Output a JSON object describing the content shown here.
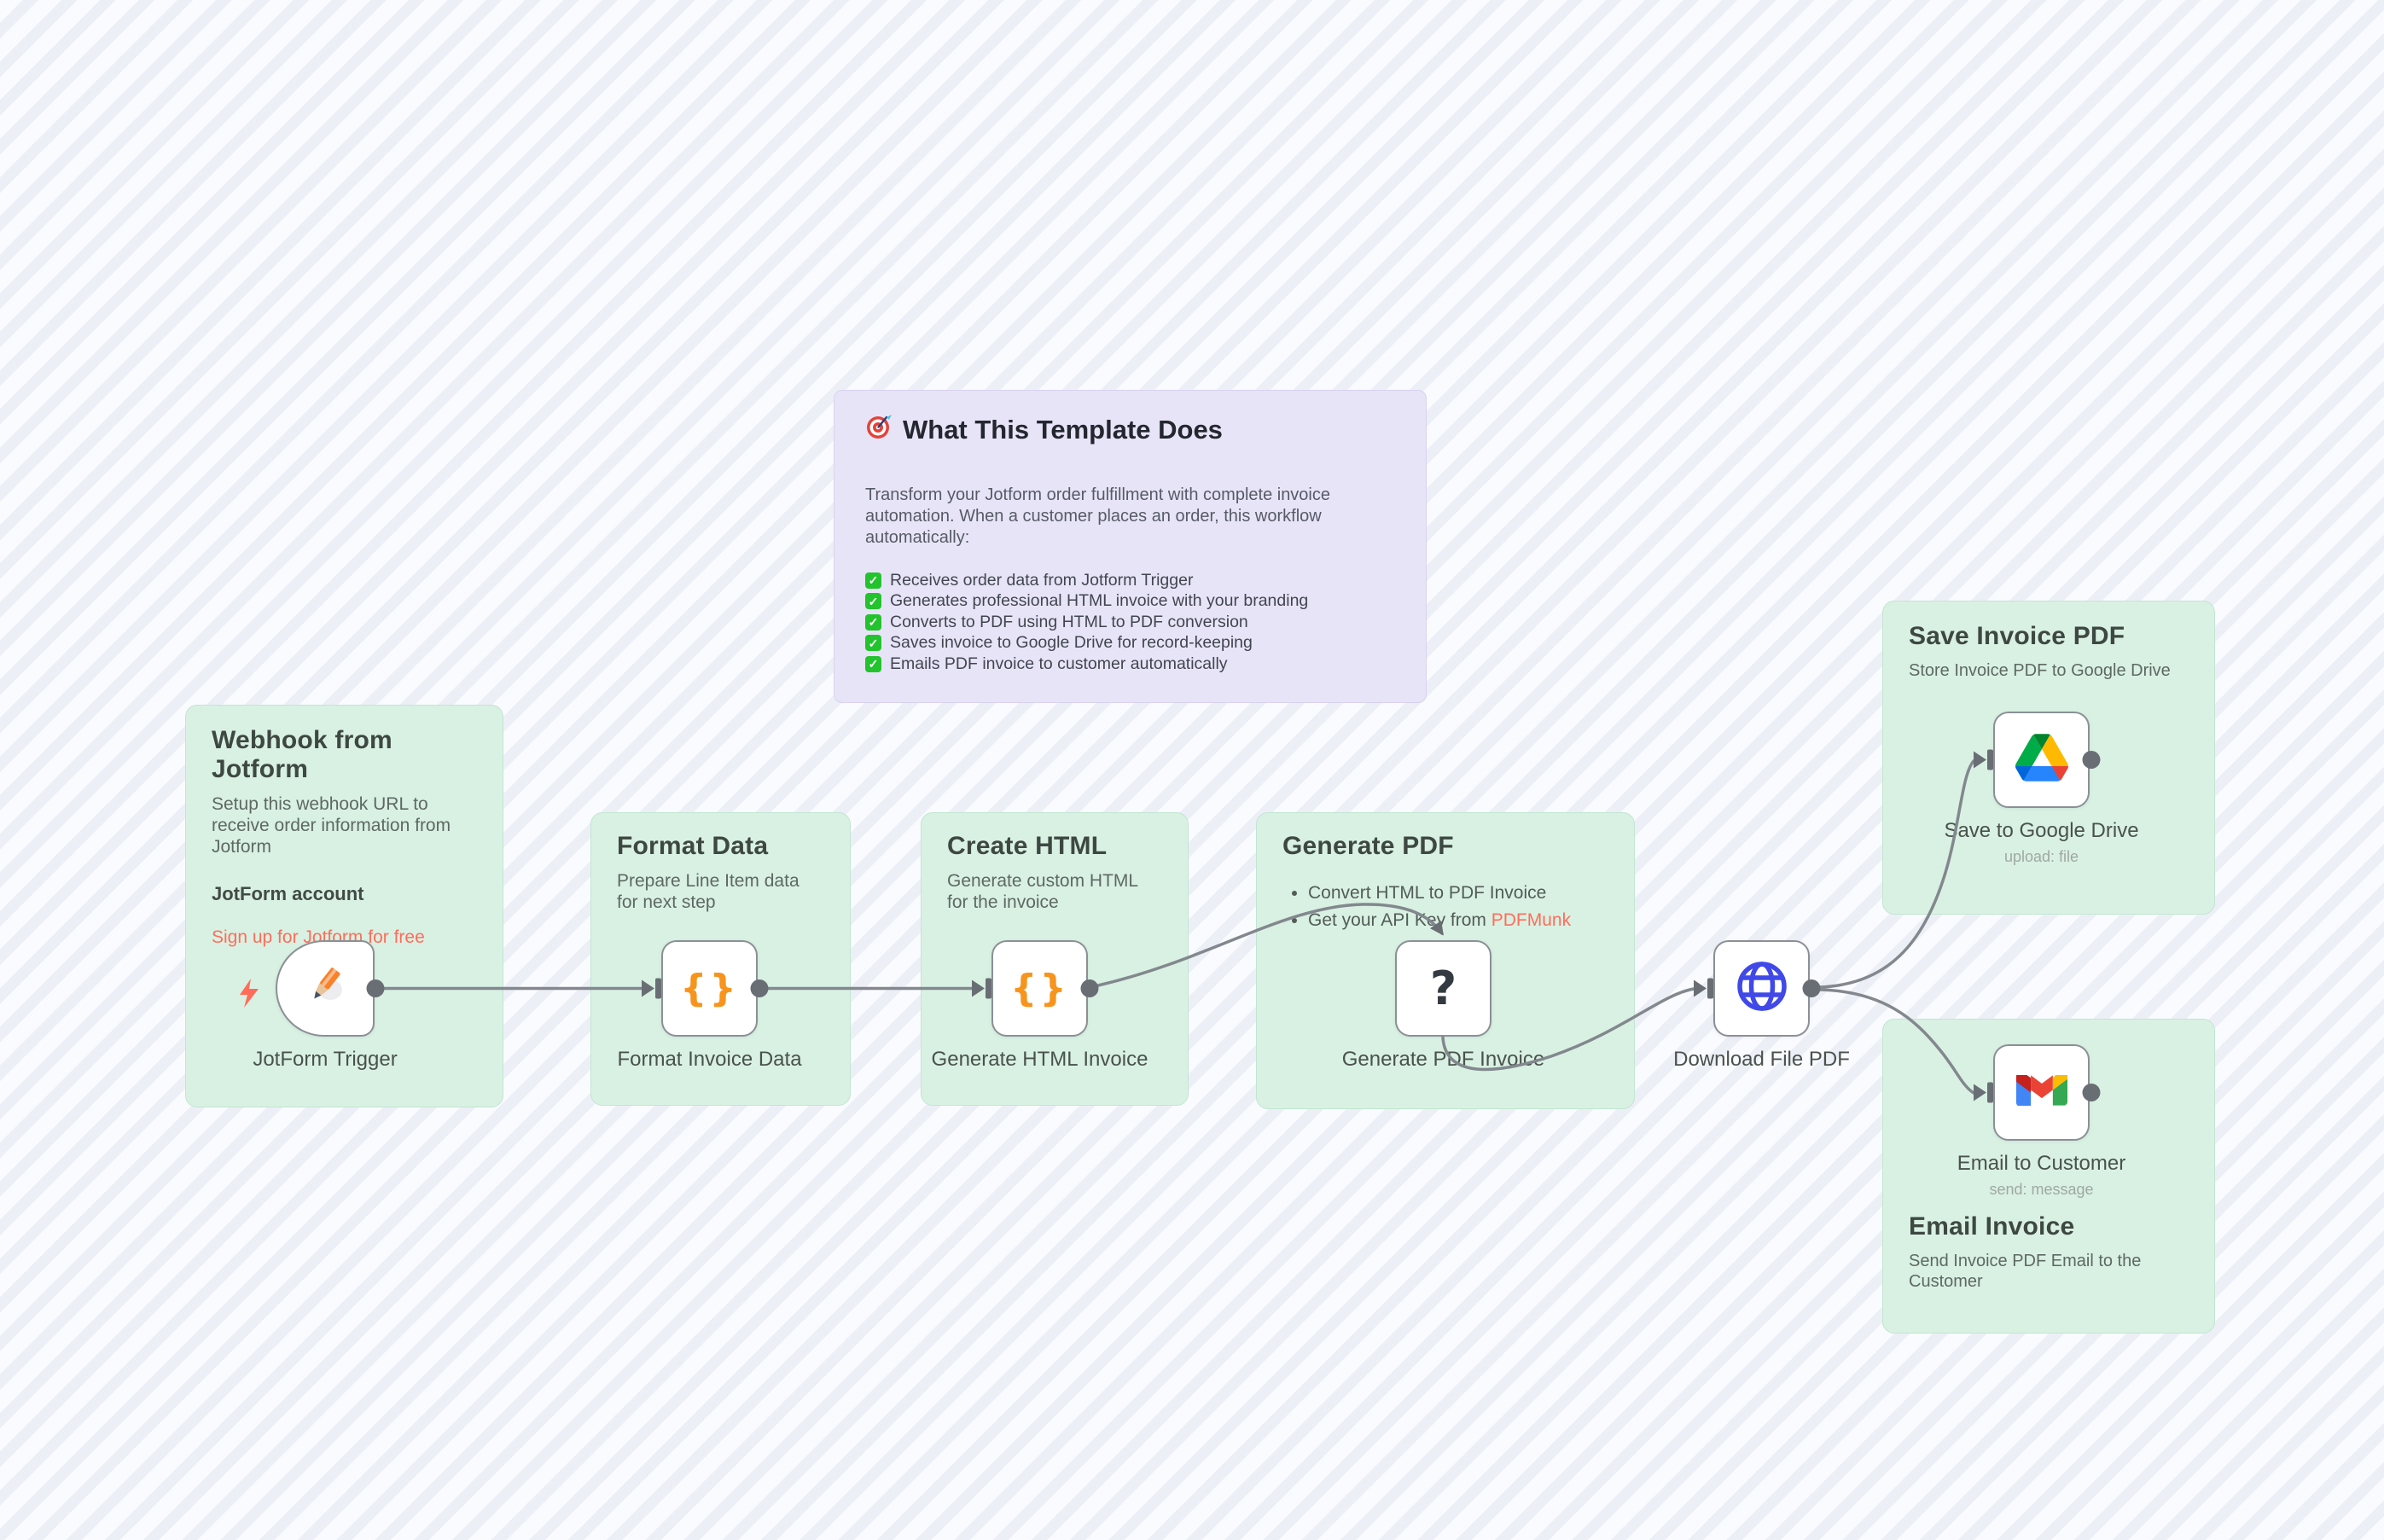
{
  "note": {
    "title": "What This Template Does",
    "intro": "Transform your Jotform order fulfillment with complete invoice automation. When a customer places an order, this workflow automatically:",
    "items": [
      "Receives order data from Jotform Trigger",
      "Generates professional HTML invoice with your branding",
      "Converts to PDF using HTML to PDF conversion",
      "Saves invoice to Google Drive for record-keeping",
      "Emails PDF invoice to customer automatically"
    ]
  },
  "stickies": {
    "webhook": {
      "title": "Webhook from Jotform",
      "body": "Setup this webhook URL to receive order information from Jotform",
      "account_label": "JotForm account",
      "link": "Sign up for Jotform for free"
    },
    "format": {
      "title": "Format Data",
      "body": "Prepare Line Item data for next step"
    },
    "create_html": {
      "title": "Create HTML",
      "body": "Generate custom HTML for the invoice"
    },
    "generate_pdf": {
      "title": "Generate PDF",
      "bullet1": "Convert HTML to PDF Invoice",
      "bullet2_prefix": "Get your API Key from ",
      "bullet2_link": "PDFMunk"
    },
    "save_invoice": {
      "title": "Save Invoice PDF",
      "body": "Store Invoice PDF to Google Drive"
    },
    "email_invoice": {
      "title": "Email Invoice",
      "body": "Send Invoice PDF Email to the Customer"
    }
  },
  "nodes": {
    "jotform_trigger": {
      "label": "JotForm Trigger"
    },
    "format_invoice_data": {
      "label": "Format Invoice Data"
    },
    "generate_html_invoice": {
      "label": "Generate HTML Invoice"
    },
    "generate_pdf_invoice": {
      "label": "Generate PDF Invoice"
    },
    "download_file_pdf": {
      "label": "Download File PDF"
    },
    "save_to_google_drive": {
      "label": "Save to Google Drive",
      "sublabel": "upload: file"
    },
    "email_to_customer": {
      "label": "Email to Customer",
      "sublabel": "send: message"
    }
  },
  "icons": {
    "braces": "{}",
    "question": "?",
    "check": "✓"
  },
  "colors": {
    "sticky_green": "#d9f1e3",
    "sticky_purple": "#e8e4f7",
    "accent_salmon": "#ff6d5a",
    "code_orange": "#f7941e",
    "globe_blue": "#4049e8",
    "connector_gray": "#82888d",
    "check_green": "#23c32e"
  }
}
